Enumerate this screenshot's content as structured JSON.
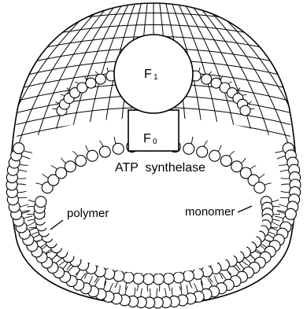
{
  "diagram": {
    "labels": {
      "f1": "F",
      "f1_sub": "1",
      "f0": "F",
      "f0_sub": "0",
      "atp": "ATP  synthelase",
      "polymer": "polymer",
      "monomer": "monomer"
    },
    "colors": {
      "ink": "#000000",
      "paper": "#ffffff"
    }
  }
}
